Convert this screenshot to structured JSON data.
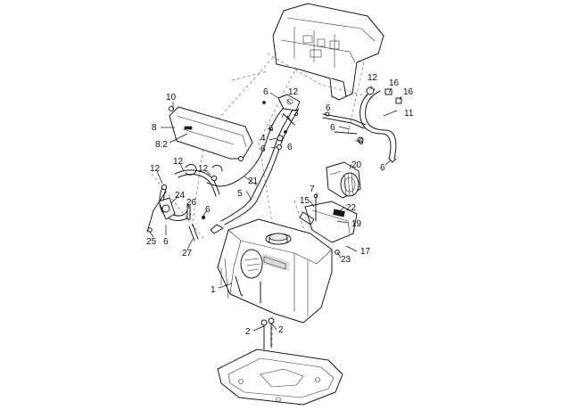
{
  "callouts": [
    {
      "id": "c1",
      "text": "1"
    },
    {
      "id": "c2a",
      "text": "2"
    },
    {
      "id": "c2b",
      "text": "2"
    },
    {
      "id": "c3",
      "text": "3"
    },
    {
      "id": "c4",
      "text": "4"
    },
    {
      "id": "c5",
      "text": "5"
    },
    {
      "id": "c6a",
      "text": "6"
    },
    {
      "id": "c6b",
      "text": "6"
    },
    {
      "id": "c6c",
      "text": "6"
    },
    {
      "id": "c6d",
      "text": "6"
    },
    {
      "id": "c6e",
      "text": "6"
    },
    {
      "id": "c6f",
      "text": "6"
    },
    {
      "id": "c6g",
      "text": "6"
    },
    {
      "id": "c6h",
      "text": "6"
    },
    {
      "id": "c6i",
      "text": "6"
    },
    {
      "id": "c6j",
      "text": "6"
    },
    {
      "id": "c7",
      "text": "7"
    },
    {
      "id": "c8",
      "text": "8"
    },
    {
      "id": "c82",
      "text": "8:2"
    },
    {
      "id": "c10",
      "text": "10"
    },
    {
      "id": "c11",
      "text": "11"
    },
    {
      "id": "c12a",
      "text": "12"
    },
    {
      "id": "c12b",
      "text": "12"
    },
    {
      "id": "c12c",
      "text": "12"
    },
    {
      "id": "c12d",
      "text": "12"
    },
    {
      "id": "c12e",
      "text": "12"
    },
    {
      "id": "c15",
      "text": "15"
    },
    {
      "id": "c16a",
      "text": "16"
    },
    {
      "id": "c16b",
      "text": "16"
    },
    {
      "id": "c17",
      "text": "17"
    },
    {
      "id": "c19",
      "text": "19"
    },
    {
      "id": "c20",
      "text": "20"
    },
    {
      "id": "c21",
      "text": "21"
    },
    {
      "id": "c22",
      "text": "22"
    },
    {
      "id": "c23",
      "text": "23"
    },
    {
      "id": "c24",
      "text": "24"
    },
    {
      "id": "c25",
      "text": "25"
    },
    {
      "id": "c26",
      "text": "26"
    },
    {
      "id": "c27",
      "text": "27"
    }
  ]
}
